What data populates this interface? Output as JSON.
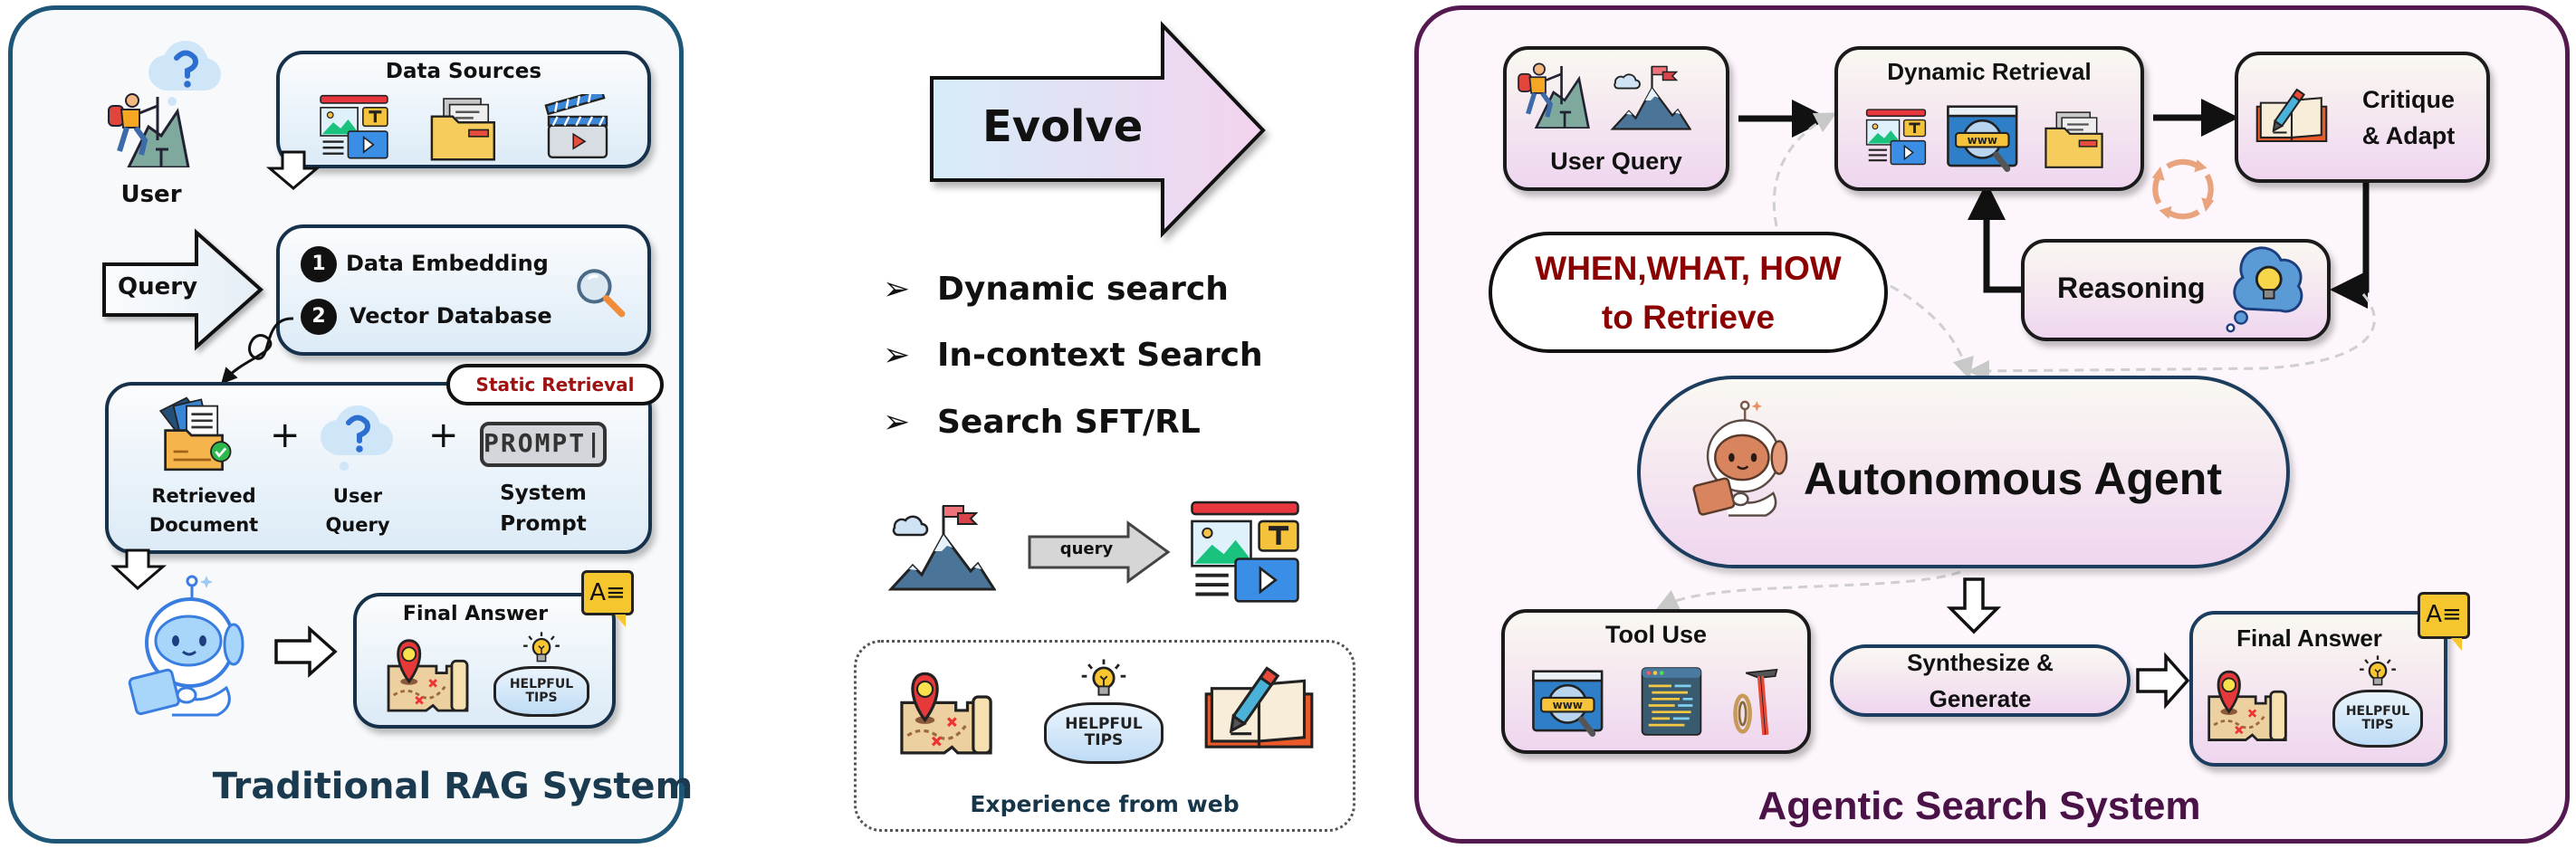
{
  "left": {
    "title": "Traditional RAG System",
    "user_label": "User",
    "query_arrow_label": "Query",
    "data_sources_title": "Data Sources",
    "steps": [
      {
        "num": "1",
        "label": "Data Embedding"
      },
      {
        "num": "2",
        "label": "Vector Database"
      }
    ],
    "static_tag": "Static Retrieval",
    "plus": "+",
    "components": [
      {
        "line1": "Retrieved",
        "line2": "Document"
      },
      {
        "line1": "User",
        "line2": "Query"
      },
      {
        "line1": "System",
        "line2": "Prompt"
      }
    ],
    "prompt_icon_text": "PROMPT|",
    "final_answer": "Final Answer",
    "tips_text": "HELPFUL\nTIPS",
    "badge": "A≡"
  },
  "middle": {
    "evolve": "Evolve",
    "bullet_glyph": "➢",
    "bullets": [
      "Dynamic search",
      "In-context Search",
      "Search SFT/RL"
    ],
    "query_arrow_label": "query",
    "tips_text": "HELPFUL\nTIPS",
    "experience": "Experience from web"
  },
  "right": {
    "title": "Agentic Search System",
    "user_query": "User Query",
    "dynamic_retrieval": "Dynamic Retrieval",
    "critique_line1": "Critique",
    "critique_line2": "& Adapt",
    "reasoning": "Reasoning",
    "when_line1": "WHEN,WHAT, HOW",
    "when_line2": "to Retrieve",
    "agent": "Autonomous Agent",
    "tool_use": "Tool Use",
    "synth_line1": "Synthesize &",
    "synth_line2": "Generate",
    "final_answer": "Final Answer",
    "tips_text": "HELPFUL\nTIPS",
    "badge": "A≡",
    "www_icon_text": "www"
  },
  "colors": {
    "rag_border": "#1d5676",
    "agentic_border": "#54194f",
    "static_tag_text": "#a01212",
    "when_text": "#8b0000",
    "rag_title": "#1a3a50",
    "agentic_title": "#4b1248"
  },
  "icons": [
    "question-cloud",
    "climber",
    "media-window",
    "folder",
    "clapperboard",
    "magnifier",
    "document-folder",
    "robot",
    "treasure-map",
    "lightbulb",
    "mountain-flag",
    "open-book-pen",
    "www-search",
    "code-window",
    "rope-ice-axe",
    "thought-bulb",
    "cycle-arrows",
    "answer-badge"
  ]
}
